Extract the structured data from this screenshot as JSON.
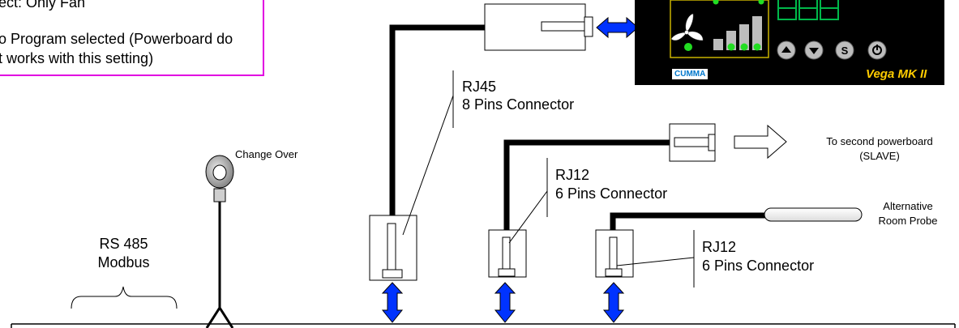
{
  "note": {
    "line1": "ect: Only Fan",
    "line2": "o Program selected (Powerboard do",
    "line3": "t works with this setting)"
  },
  "controller": {
    "brand": "CUMMA",
    "model": "Vega MK II",
    "buttons": [
      "up",
      "down",
      "S",
      "power"
    ]
  },
  "labels": {
    "rj45_title": "RJ45",
    "rj45_desc": "8 Pins Connector",
    "rj12a_title": "RJ12",
    "rj12a_desc": "6 Pins Connector",
    "rj12b_title": "RJ12",
    "rj12b_desc": "6 Pins Connector",
    "second_pb_1": "To second powerboard",
    "second_pb_2": "(SLAVE)",
    "alt_probe_1": "Alternative",
    "alt_probe_2": "Room Probe",
    "change_over": "Change Over",
    "rs485_1": "RS 485",
    "rs485_2": "Modbus"
  },
  "colors": {
    "note_border": "#e100e1",
    "arrow_blue": "#0033ff",
    "controller_bg": "#000000",
    "led_green": "#22dd22",
    "vega_yellow": "#ffcc00",
    "cable": "#000000"
  }
}
